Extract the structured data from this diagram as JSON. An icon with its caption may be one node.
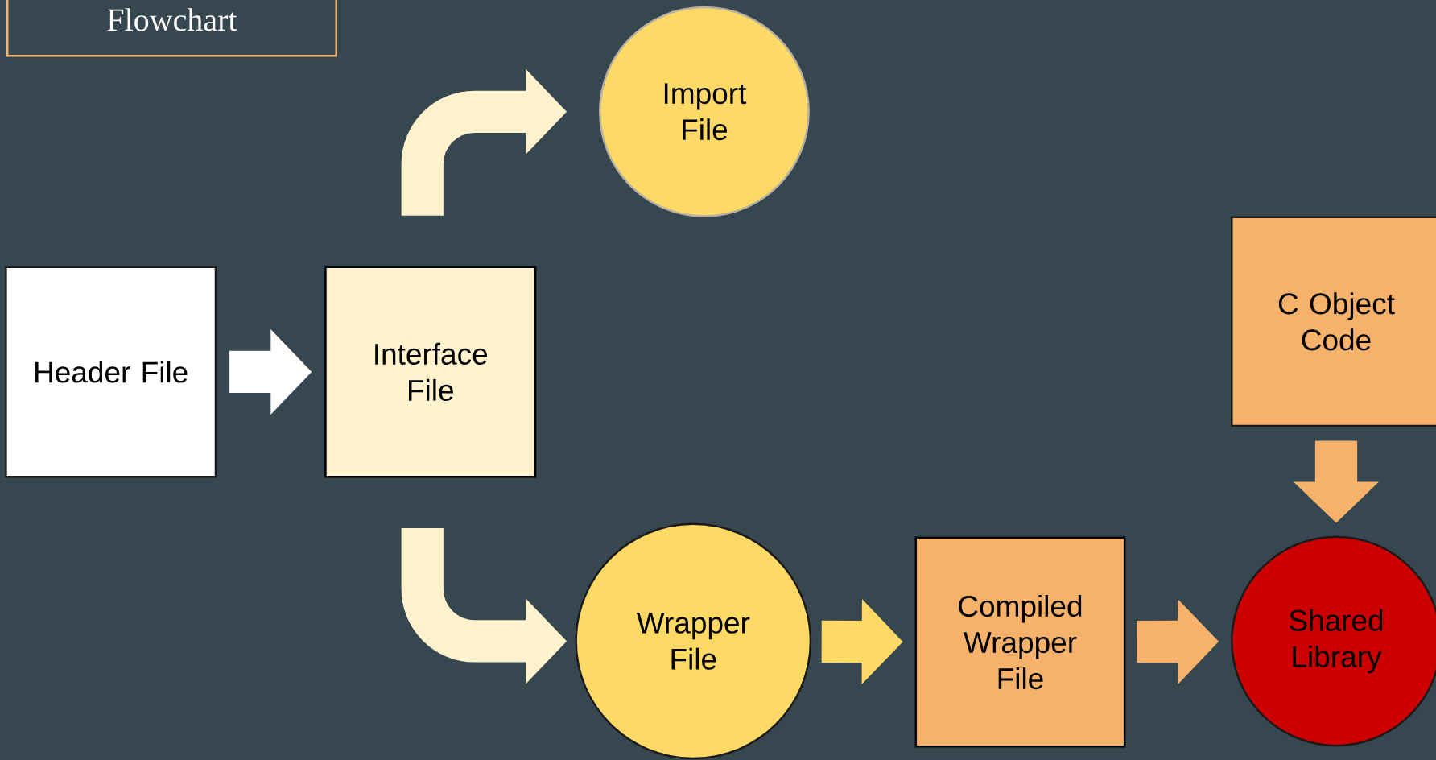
{
  "diagram": {
    "title": "Flowchart",
    "nodes": [
      {
        "text": [
          "Header File"
        ]
      },
      {
        "text": [
          "Interface File"
        ]
      },
      {
        "text": [
          "Import File"
        ]
      },
      {
        "text": [
          "Wrapper File"
        ]
      },
      {
        "text": [
          "Compiled Wrapper File"
        ]
      },
      {
        "text": [
          "C Object Code"
        ]
      },
      {
        "text": [
          "Shared Library"
        ]
      }
    ],
    "edges": [
      {
        "from": 0,
        "to": 1,
        "arrow": "to",
        "color": "#ffffff"
      },
      {
        "from": 1,
        "to": 2,
        "arrow": "to",
        "color": "#fff2cc"
      },
      {
        "from": 1,
        "to": 3,
        "arrow": "to",
        "color": "#fff2cc"
      },
      {
        "from": 3,
        "to": 4,
        "arrow": "to",
        "color": "#ffd966"
      },
      {
        "from": 4,
        "to": 6,
        "arrow": "to",
        "color": "#f6b26b"
      },
      {
        "from": 5,
        "to": 6,
        "arrow": "to",
        "color": "#f6b26b"
      }
    ]
  }
}
